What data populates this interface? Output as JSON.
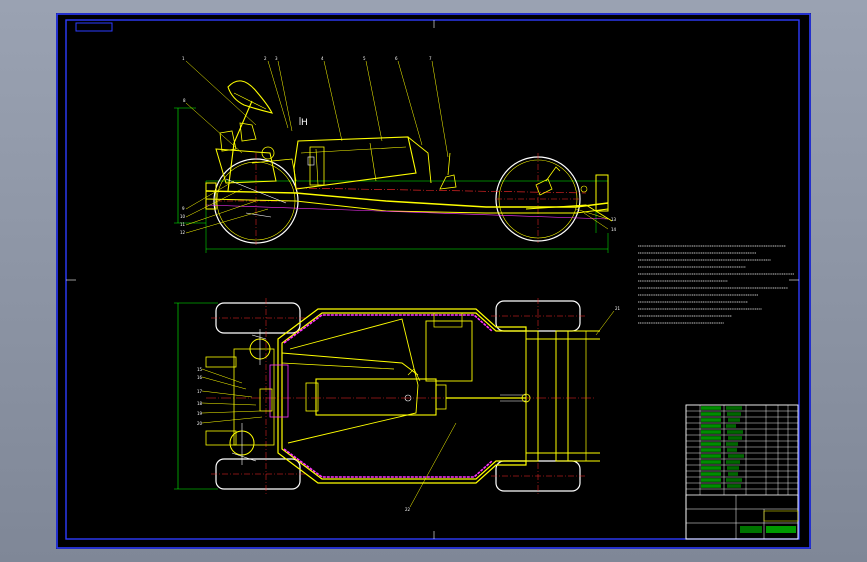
{
  "drawing": {
    "border_tag": "",
    "colors": {
      "background": "#000000",
      "frame": "#2d3cff",
      "outline": "#ffff00",
      "dim": "#00ff00",
      "center": "#ff2a2a",
      "white": "#ffffff",
      "magenta": "#ff33ff"
    },
    "side_view": {
      "callouts": [
        "1",
        "2",
        "3",
        "4",
        "5",
        "6",
        "7",
        "8"
      ],
      "left_callouts": [
        "9",
        "10",
        "11",
        "12"
      ],
      "right_callouts": [
        "13",
        "14"
      ],
      "dimension_length": "",
      "dimension_height": ""
    },
    "top_view": {
      "left_callouts": [
        "15",
        "16",
        "17",
        "18",
        "19",
        "20"
      ],
      "right_callout": "21",
      "bottom_callout": "22",
      "dimension_width": ""
    },
    "tech_notes": {
      "title": "",
      "lines": [
        "",
        "",
        "",
        "",
        "",
        "",
        "",
        "",
        "",
        "",
        "",
        ""
      ]
    },
    "title_block": {
      "drawing_name": "",
      "scale": "",
      "sheet": ""
    }
  }
}
